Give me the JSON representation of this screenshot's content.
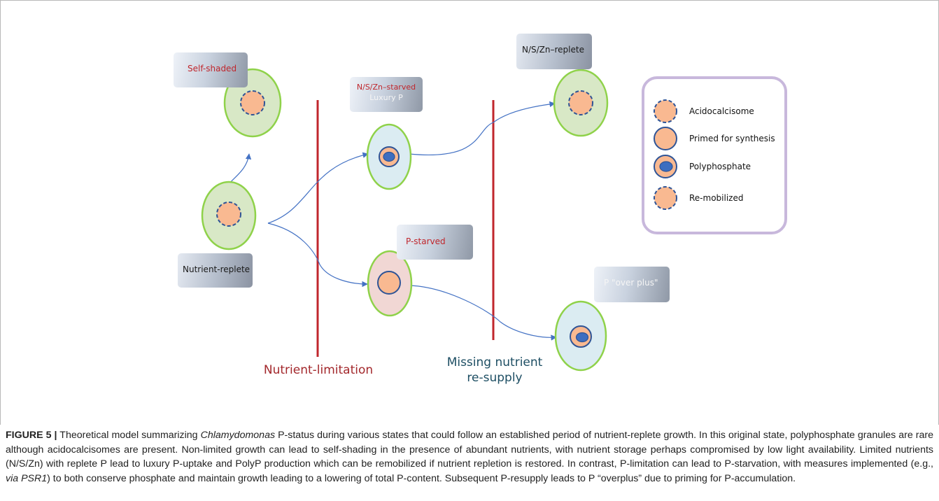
{
  "labels": {
    "self_shaded": "Self-shaded",
    "nutrient_replete": "Nutrient-replete",
    "nsz_starved_line1": "N/S/Zn–starved",
    "nsz_starved_line2": "Luxury P",
    "p_starved": "P-starved",
    "nsz_replete": "N/S/Zn–replete",
    "p_overplus": "P \"over plus\""
  },
  "axis": {
    "nutrient_limitation": "Nutrient-limitation",
    "missing_resupply_line1": "Missing nutrient",
    "missing_resupply_line2": "re-supply"
  },
  "legend": {
    "items": [
      "Acidocalcisome",
      "Primed for synthesis",
      "Polyphosphate",
      "Re-mobilized"
    ]
  },
  "caption": {
    "figure_label": "FIGURE 5 |",
    "part1": " Theoretical model summarizing ",
    "italic1": "Chlamydomonas",
    "part2": " P-status during various states that could follow an established period of nutrient-replete growth. In this original state, polyphosphate granules are rare although acidocalcisomes are present. Non-limited growth can lead to self-shading in the presence of abundant nutrients, with nutrient storage perhaps compromised by low light availability. Limited nutrients (N/S/Zn) with replete P lead to luxury P-uptake and PolyP production which can be remobilized if nutrient repletion is restored. In contrast, P-limitation can lead to P-starvation, with measures implemented (e.g., ",
    "italic2": "via PSR1",
    "part3": ") to both conserve phosphate and maintain growth leading to a lowering of total P-content. Subsequent P-resupply leads to P “overplus” due to priming for P-accumulation."
  },
  "colors": {
    "cell_border": "#8fd24a",
    "cell_green": "#d8e8c6",
    "cell_blue": "#dbecf2",
    "cell_pink": "#f1d7d4",
    "granule_fill": "#f9b991",
    "granule_border": "#2f5496",
    "polyp_fill": "#3d6ec0",
    "divider": "#c0262c",
    "arrow": "#4472c4",
    "legend_border": "#c8b8dc",
    "caption_red_text": "#a3282c",
    "caption_teal_text": "#1d4e63"
  }
}
